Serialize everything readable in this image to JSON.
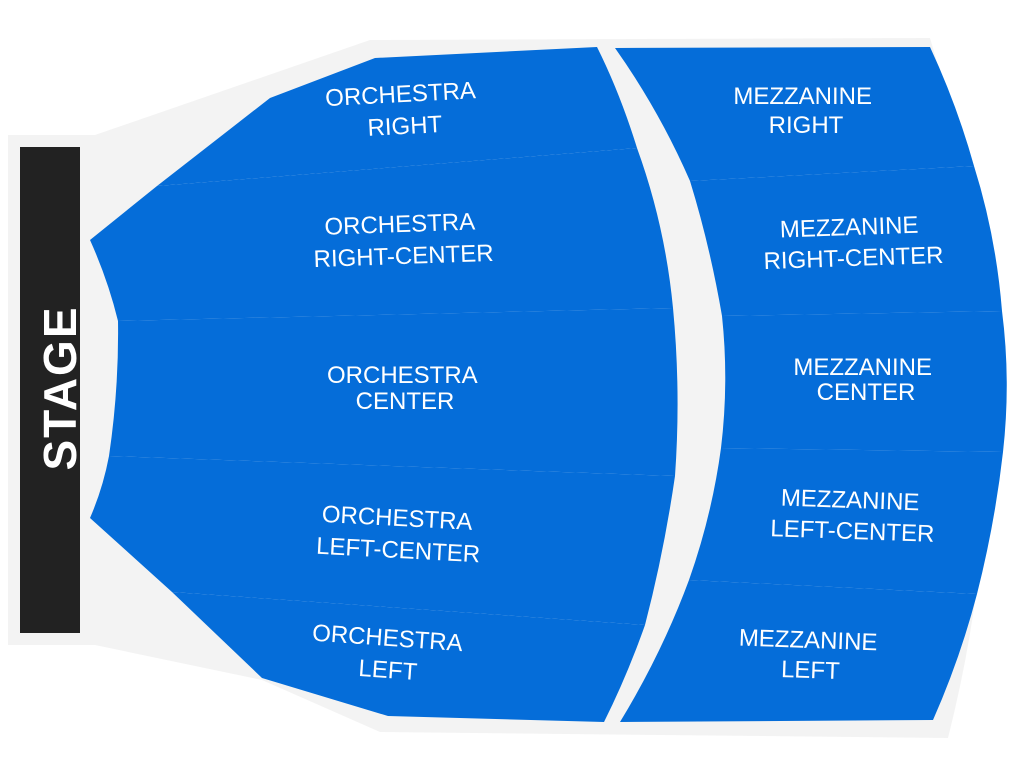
{
  "colors": {
    "section": "#056dd9",
    "stage": "#222222",
    "venue_outline": "#f3f3f3",
    "divider": "#ffffff"
  },
  "stage": {
    "label": "STAGE"
  },
  "sections": {
    "orchestra_right": [
      "ORCHESTRA",
      "RIGHT"
    ],
    "orchestra_right_center": [
      "ORCHESTRA",
      "RIGHT-CENTER"
    ],
    "orchestra_center": [
      "ORCHESTRA",
      "CENTER"
    ],
    "orchestra_left_center": [
      "ORCHESTRA",
      "LEFT-CENTER"
    ],
    "orchestra_left": [
      "ORCHESTRA",
      "LEFT"
    ],
    "mezzanine_right": [
      "MEZZANINE",
      "RIGHT"
    ],
    "mezzanine_right_center": [
      "MEZZANINE",
      "RIGHT-CENTER"
    ],
    "mezzanine_center": [
      "MEZZANINE",
      "CENTER"
    ],
    "mezzanine_left_center": [
      "MEZZANINE",
      "LEFT-CENTER"
    ],
    "mezzanine_left": [
      "MEZZANINE",
      "LEFT"
    ]
  }
}
